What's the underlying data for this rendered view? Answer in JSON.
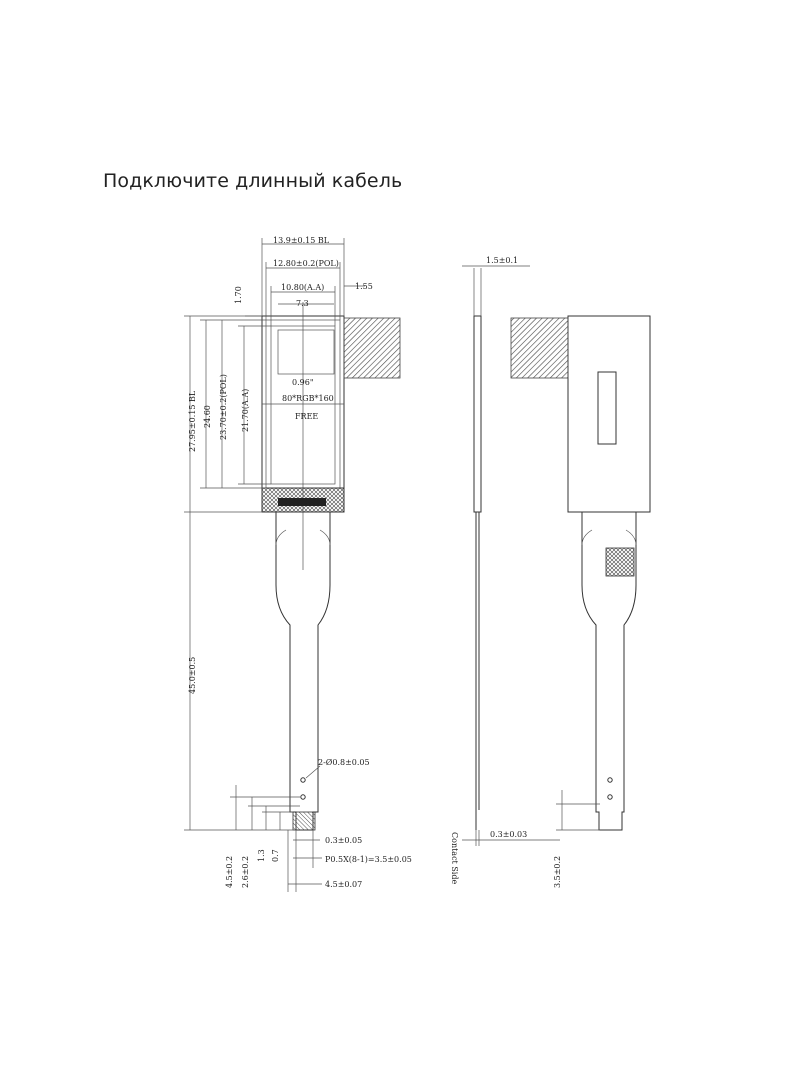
{
  "title": "Подключите длинный кабель",
  "front": {
    "width_bl": "13.9±0.15 BL",
    "width_pol": "12.80±0.2(POL)",
    "width_aa": "10.80(A.A)",
    "top_gap": "1.70",
    "right_gap": "1.55",
    "inner_offset": "7.3",
    "height_bl": "27.95±0.15 BL",
    "height_total": "24.60",
    "height_pol": "23.70±0.2(POL)",
    "height_aa": "21.70(A.A)",
    "diag": "0.96\"",
    "res": "80*RGB*160",
    "mode": "FREE",
    "tail_len": "45.0±0.5",
    "hole": "2-Ø0.8±0.05",
    "pin_w": "0.3±0.05",
    "pitch": "P0.5X(8-1)=3.5±0.05",
    "fpc_w": "4.5±0.07",
    "bot1": "4.5±0.2",
    "bot2": "2.6±0.2",
    "bot3": "1.3",
    "bot4": "0.7"
  },
  "side": {
    "thick": "1.5±0.1",
    "contact_side": "Contact Side",
    "fpc_thick": "0.3±0.03",
    "stiff": "3.5±0.2"
  }
}
